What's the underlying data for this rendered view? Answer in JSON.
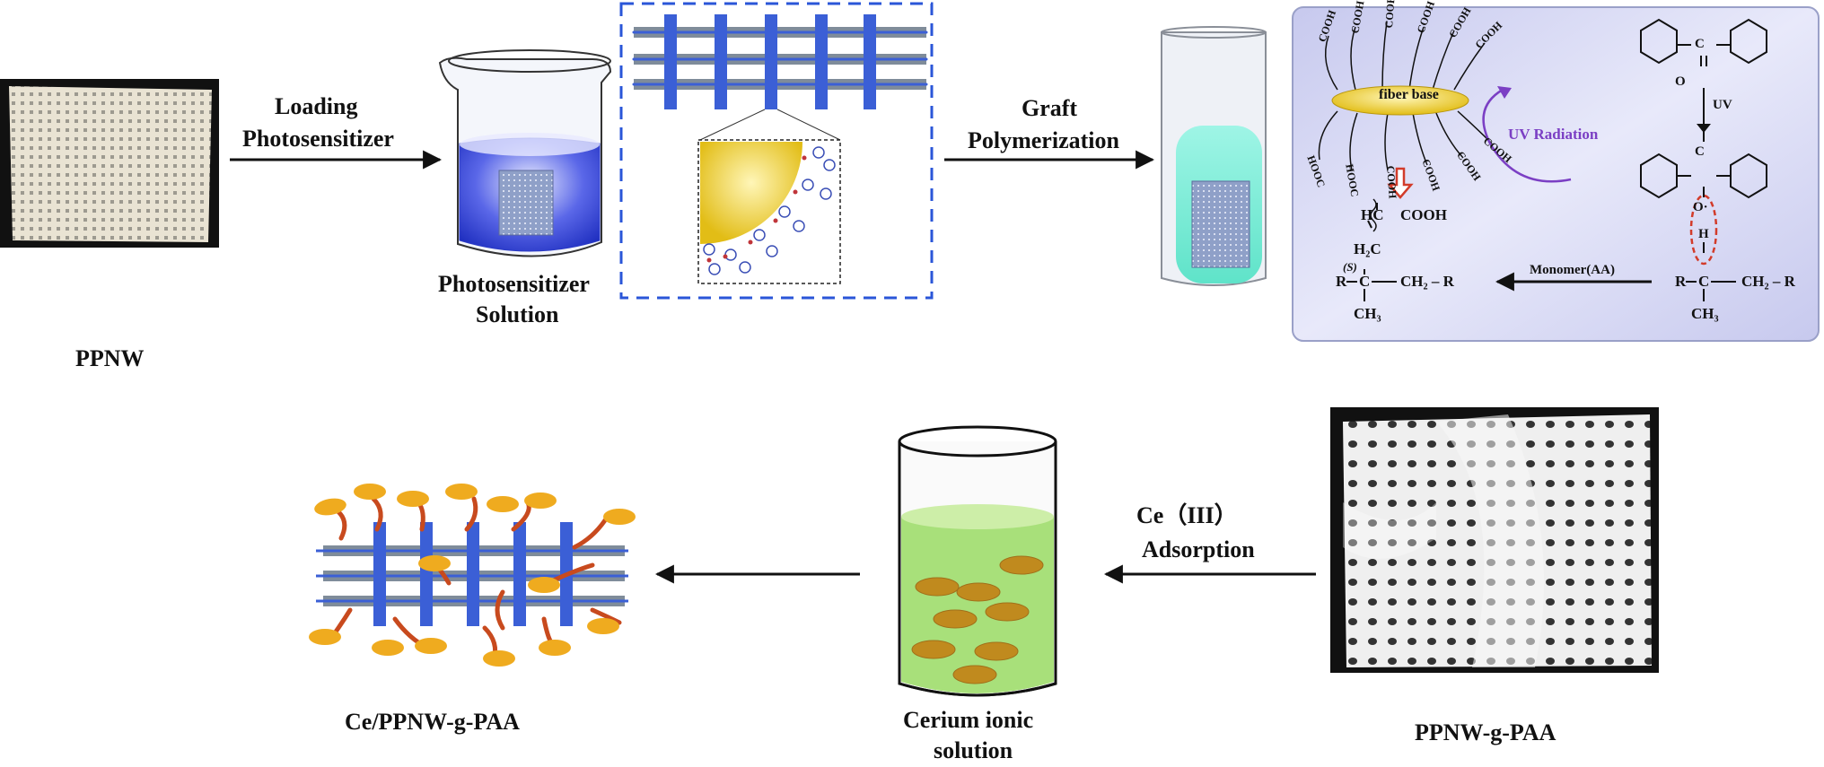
{
  "labels": {
    "loading": "Loading",
    "photosensitizer": "Photosensitizer",
    "ppnw": "PPNW",
    "photosensitizer_solution_1": "Photosensitizer",
    "photosensitizer_solution_2": "Solution",
    "graft": "Graft",
    "polymerization": "Polymerization",
    "ce_iii": "Ce（III）",
    "adsorption": "Adsorption",
    "ppnw_g_paa": "PPNW-g-PAA",
    "cerium_1": "Cerium ionic",
    "cerium_2": "solution",
    "ce_ppnw_g_paa": "Ce/PPNW-g-PAA"
  },
  "mechanism": {
    "fiber_base": "fiber base",
    "uv_radiation": "UV Radiation",
    "uv": "UV",
    "monomer": "Monomer(AA)",
    "cooh": "COOH",
    "hooc": "HOOC",
    "hc": "HC",
    "h2c": "H₂C",
    "s_label": "(S)",
    "r": "R",
    "c": "C",
    "ch2_r": "CH₂ – R",
    "ch3": "CH₃",
    "o": "O",
    "h": "H",
    "o_dot": "O·"
  },
  "colors": {
    "panel_bg": "#d4d6f2",
    "fiber_yellow": "#e8c528",
    "fabric_blue": "#3b5fd6",
    "ce_orange": "#efab1f",
    "chain_red": "#c84a1e",
    "liquid_green": "#a8e07a",
    "dashed_blue": "#2a56d8",
    "uv_purple": "#7b3fc4"
  }
}
